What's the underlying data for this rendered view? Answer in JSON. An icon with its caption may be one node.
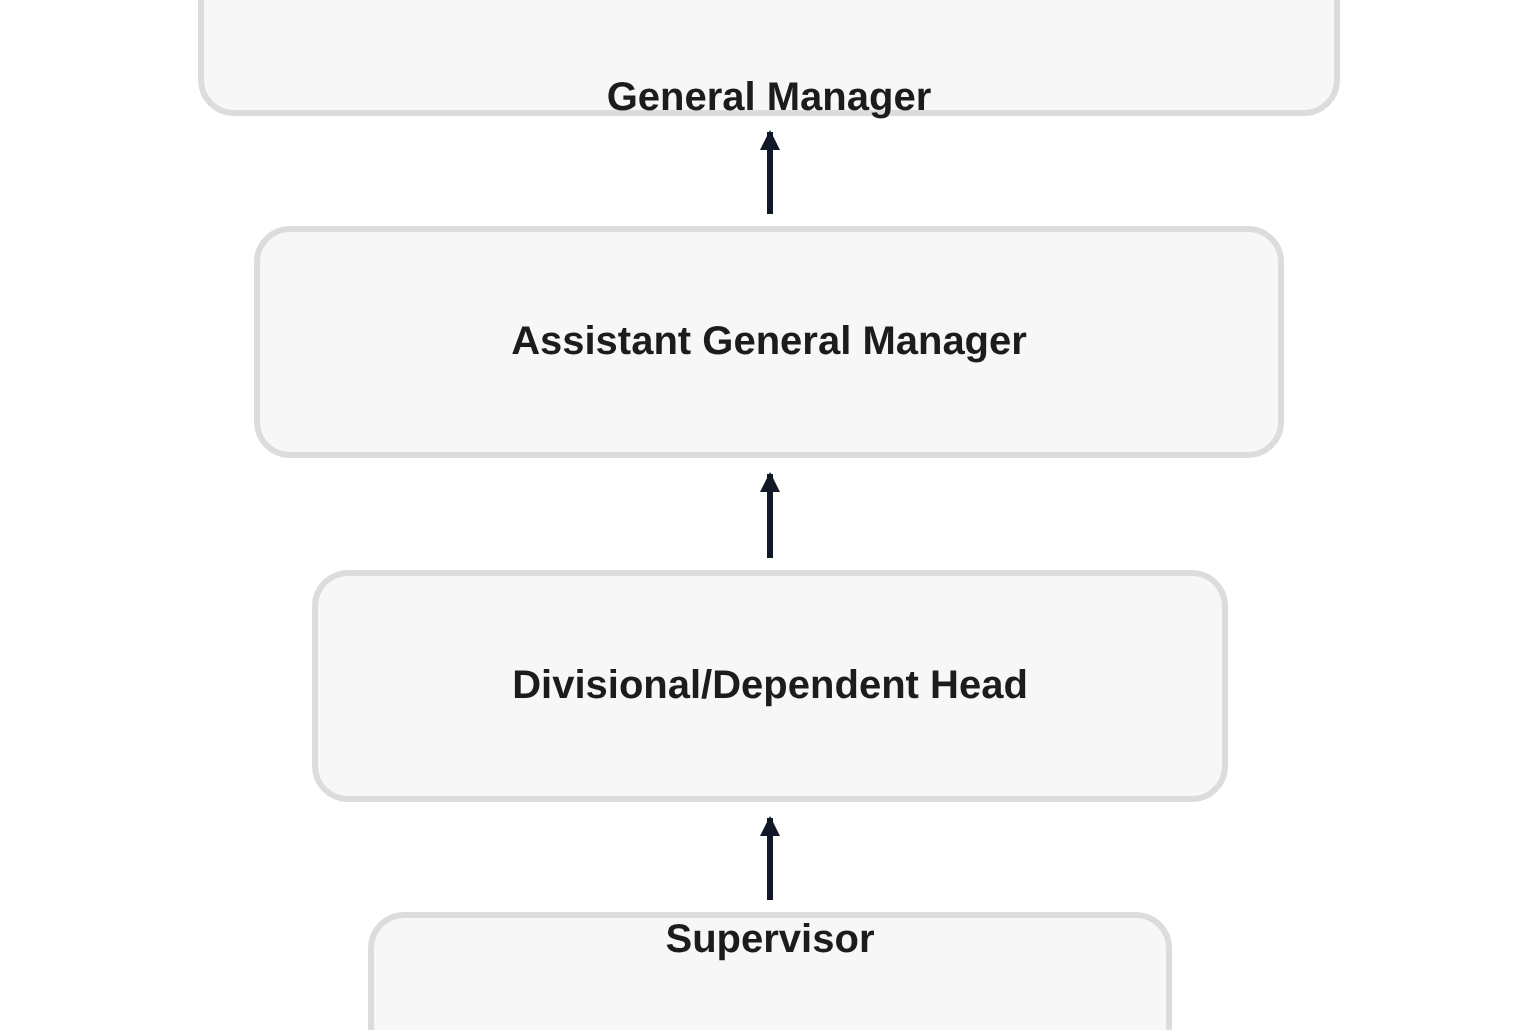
{
  "diagram": {
    "nodes": [
      {
        "text": [
          "General Manager"
        ]
      },
      {
        "text": [
          "Assistant General Manager"
        ]
      },
      {
        "text": [
          "Divisional/Dependent Head"
        ]
      },
      {
        "text": [
          "Supervisor"
        ]
      }
    ],
    "edges": [
      {
        "from": 1,
        "to": 0,
        "arrow": "to"
      },
      {
        "from": 2,
        "to": 1,
        "arrow": "to"
      },
      {
        "from": 3,
        "to": 2,
        "arrow": "to"
      }
    ]
  }
}
